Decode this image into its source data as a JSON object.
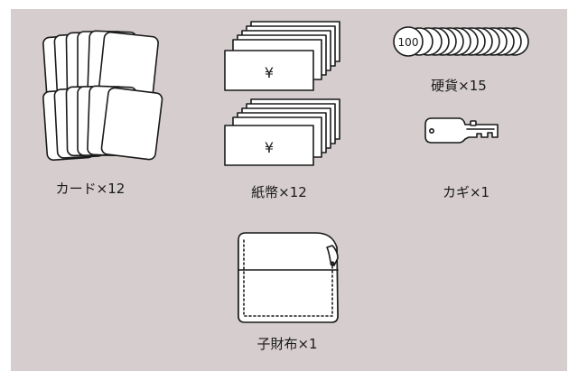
{
  "items": {
    "cards": {
      "label": "カード×12"
    },
    "bills": {
      "label": "紙幣×12",
      "symbol": "¥"
    },
    "coins": {
      "label": "硬貨×15",
      "face_value": "100"
    },
    "key": {
      "label": "カギ×1"
    },
    "wallet": {
      "label": "子財布×1"
    }
  }
}
